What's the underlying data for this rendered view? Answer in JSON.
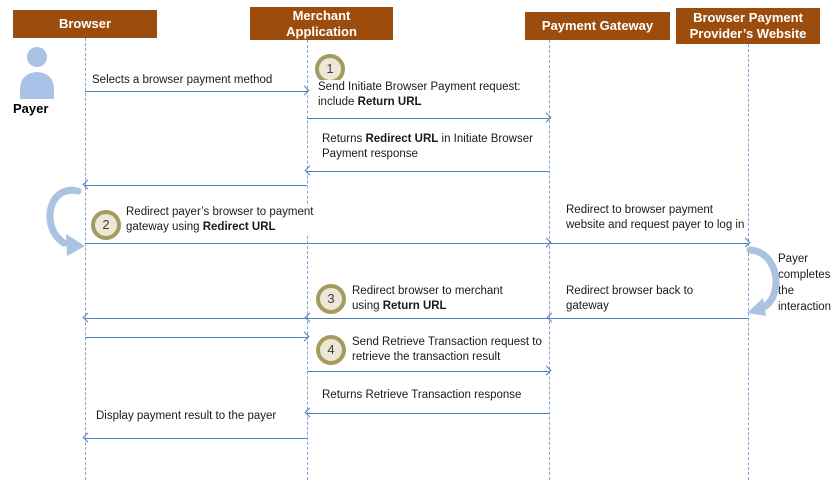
{
  "actor": {
    "label": "Payer"
  },
  "lifelines": {
    "browser": {
      "label": "Browser"
    },
    "merchant": {
      "label": "Merchant Application"
    },
    "gateway": {
      "label": "Payment Gateway"
    },
    "provider": {
      "label": "Browser Payment Provider’s Website"
    }
  },
  "steps": [
    "1",
    "2",
    "3",
    "4"
  ],
  "messages": {
    "select_method": {
      "lines": [
        [
          "Selects a browser payment method"
        ]
      ]
    },
    "initiate_request": {
      "step": "1",
      "lines": [
        [
          "Send Initiate Browser Payment request:"
        ],
        [
          "include ",
          "Return URL"
        ]
      ]
    },
    "initiate_response": {
      "lines": [
        [
          "Returns ",
          "Redirect URL",
          " in Initiate Browser"
        ],
        [
          "Payment response"
        ]
      ]
    },
    "redirect_to_gateway": {
      "step": "2",
      "lines": [
        [
          "Redirect payer’s browser to payment"
        ],
        [
          "gateway using ",
          "Redirect URL"
        ]
      ]
    },
    "redirect_to_provider": {
      "lines": [
        [
          "Redirect to browser payment"
        ],
        [
          "website and request payer to log in"
        ]
      ]
    },
    "payer_completes": {
      "lines": [
        [
          "Payer"
        ],
        [
          "completes"
        ],
        [
          "the"
        ],
        [
          "interaction"
        ]
      ]
    },
    "redirect_to_merchant": {
      "step": "3",
      "lines": [
        [
          "Redirect browser to merchant"
        ],
        [
          "using ",
          "Return URL"
        ]
      ]
    },
    "redirect_back_to_gateway": {
      "lines": [
        [
          "Redirect browser back to"
        ],
        [
          "gateway"
        ]
      ]
    },
    "retrieve_request": {
      "step": "4",
      "lines": [
        [
          "Send Retrieve Transaction request to"
        ],
        [
          "retrieve the transaction result"
        ]
      ]
    },
    "retrieve_response": {
      "lines": [
        [
          "Returns Retrieve Transaction response"
        ]
      ]
    },
    "display_result": {
      "lines": [
        [
          "Display payment result to the payer"
        ]
      ]
    }
  },
  "colors": {
    "header_bg": "#9C4D0D",
    "header_text": "#FFFFFF",
    "arrow": "#4F81BD",
    "lifeline": "#7EA6D8",
    "badge_ring": "#A39B5F",
    "badge_fill": "#EDE8D6",
    "curl_arrow": "#ABC3DF",
    "actor_fill": "#A9C2E8"
  }
}
